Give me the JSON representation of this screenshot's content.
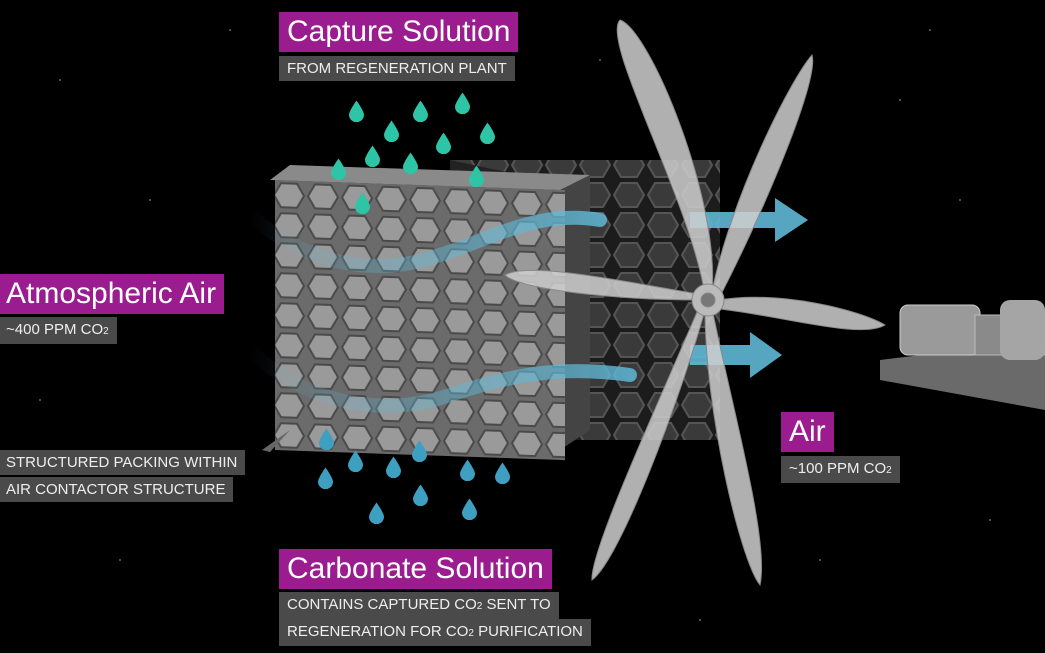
{
  "labels": {
    "capture_title": "Capture Solution",
    "capture_sub": "FROM REGENERATION PLANT",
    "atm_title": "Atmospheric Air",
    "atm_sub_prefix": "~400 PPM CO",
    "atm_sub_subscript": "2",
    "packing_line1": "STRUCTURED PACKING WITHIN",
    "packing_line2": "AIR CONTACTOR STRUCTURE",
    "air_title": "Air",
    "air_sub_prefix": "~100 PPM CO",
    "air_sub_subscript": "2",
    "carbonate_title": "Carbonate Solution",
    "carb_line1_prefix": "CONTAINS CAPTURED CO",
    "carb_line1_subscript": "2",
    "carb_line1_suffix": " SENT TO",
    "carb_line2_prefix": "REGENERATION FOR CO",
    "carb_line2_subscript": "2",
    "carb_line2_suffix": " PURIFICATION"
  },
  "colors": {
    "title_bg": "#9b1c8e",
    "sub_bg": "#4a4a4a",
    "capture_drop": "#2ec4a6",
    "carbonate_drop": "#3f9fc0",
    "air_flow": "#5fb8d6",
    "packing": "#8a8a8a",
    "fan": "#cfcfcf"
  },
  "icons": [
    "capture-droplet-icon",
    "carbonate-droplet-icon",
    "airflow-arrow-icon",
    "fan-icon",
    "motor-icon"
  ]
}
